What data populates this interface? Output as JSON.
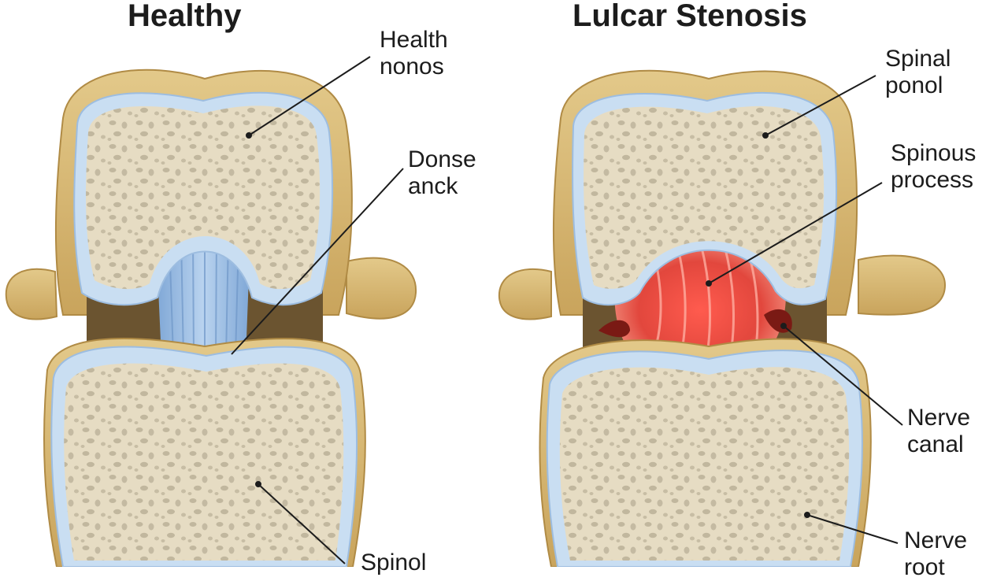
{
  "titles": {
    "left": "Healthy",
    "right": "Lulcar Stenosis"
  },
  "labels": {
    "health_nonos": "Health\nnonos",
    "donse_anck": "Donse\nanck",
    "spinol_bottom": "Spinol",
    "spinal_ponol": "Spinal\nponol",
    "spinous_process": "Spinous\nprocess",
    "nerve_canal": "Nerve\ncanal",
    "nerve_root": "Nerve\nroot"
  },
  "colors": {
    "bone": "#d6b774",
    "bone_dark": "#b08b45",
    "cartilage": "#c9def2",
    "cancellous": "#e6dcc3",
    "pore": "#a89e86",
    "healthy_disc": "#9ec0e6",
    "inflamed": "#e2473d"
  }
}
